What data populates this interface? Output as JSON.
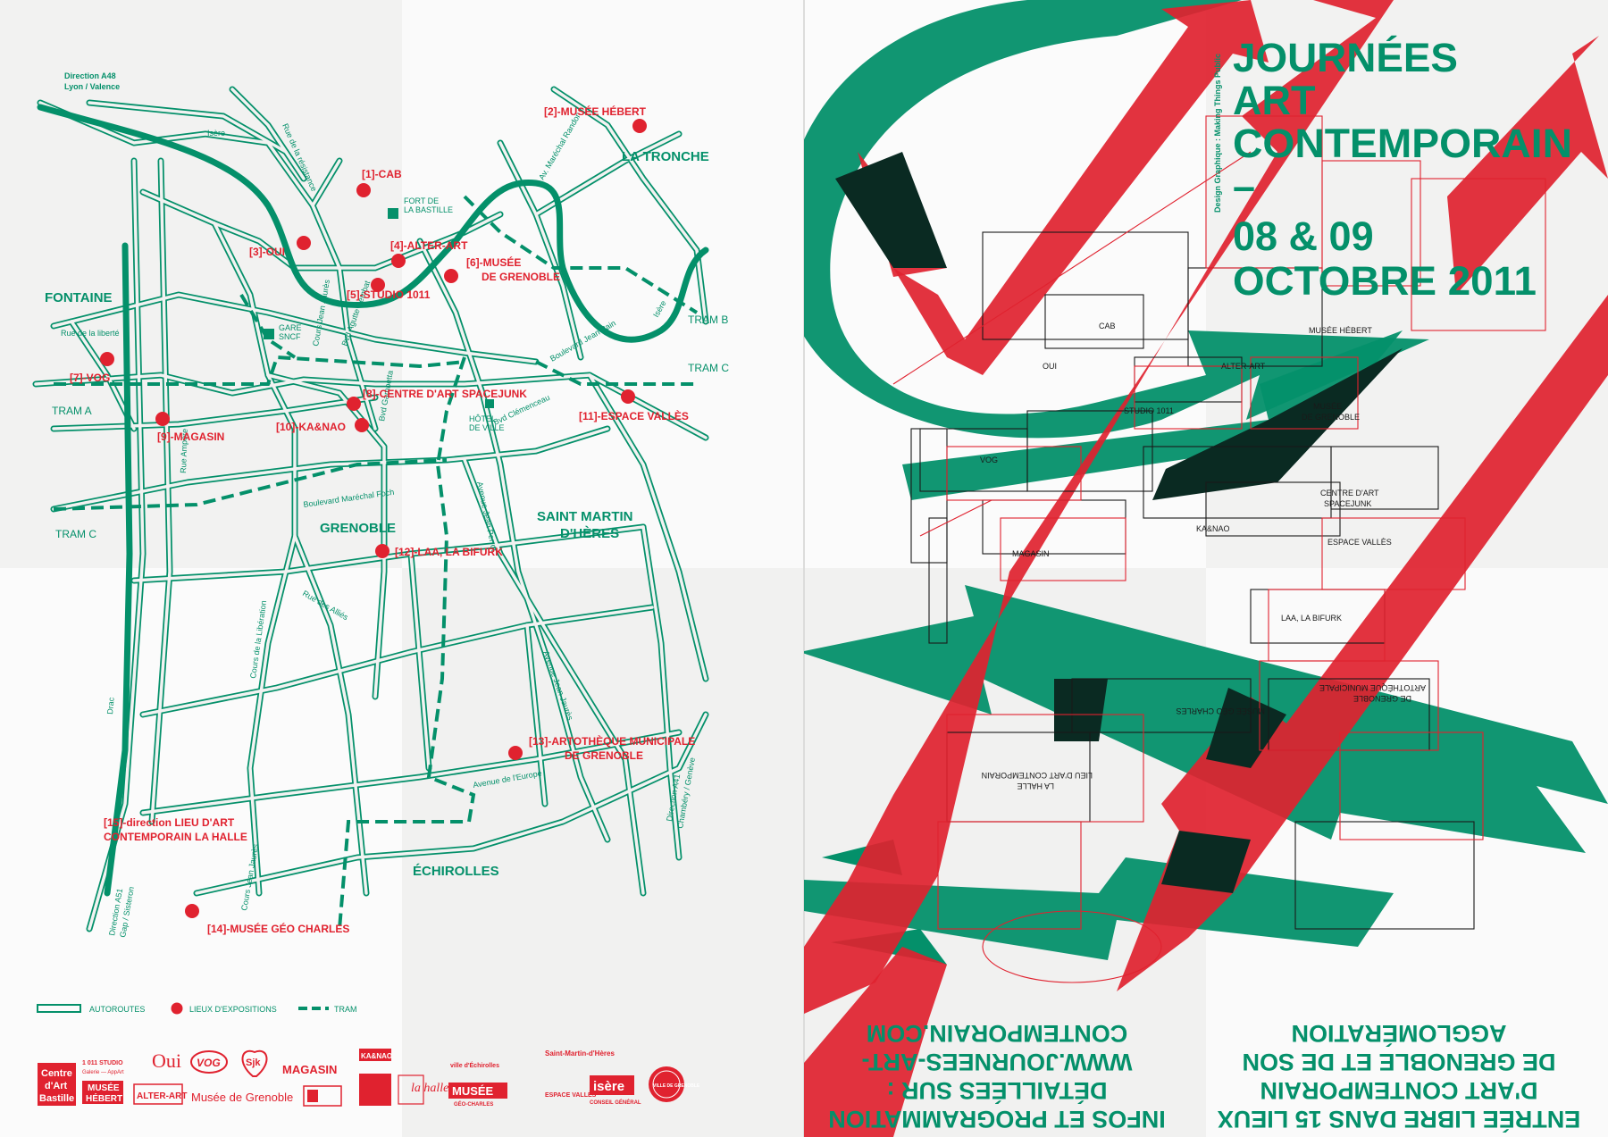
{
  "colors": {
    "green": "#04906a",
    "red": "#e0222f",
    "dark": "#0a2a22",
    "paper": "#f7f7f6",
    "crease": "#e9e9e8"
  },
  "map": {
    "road_labels": {
      "direction_a48": "Direction A48",
      "lyon_valence": "Lyon / Valence",
      "isere": "Isère",
      "rue_resistance": "Rue de la résistance",
      "rue_liberte": "Rue de la liberté",
      "av_marechal_randon": "Av. Maréchal Randon",
      "bvd_agutte": "Bvd Agutte Sembat",
      "cours_jean_jaures": "Cours Jean Jaurès",
      "bvd_gambetta": "Bvd Gambetta",
      "boulevard_paul": "Boulevard Jean Pain",
      "bvd_clemenceau": "Bvd Clémenceau",
      "rue_ampere": "Rue Ampère",
      "boulevard_foch": "Boulevard Maréchal Foch",
      "avenue_perrot": "Avenue Jean Perrot",
      "rue_allies": "Rue des Alliés",
      "cours_liberation": "Cours de la Libération",
      "avenue_jaures": "Avenue Jean Jaurès",
      "avenue_europe": "Avenue de l'Europe",
      "drac": "Drac",
      "direction_a51": "Direction A51",
      "gap_sisteron": "Gap / Sisteron",
      "direction_a41": "Direction A41",
      "chambery_geneve": "Chambéry / Genève",
      "cours_jean_jaures_s": "Cours Jean Jaurès",
      "fort_bastille": "FORT DE",
      "fort_bastille_2": "LA BASTILLE",
      "gare": "GARE",
      "gare_2": "SNCF",
      "hotel": "HÔTEL",
      "hotel_2": "DE VILLE",
      "isere_east": "Isère"
    },
    "districts": {
      "fontaine": "FONTAINE",
      "la_tronche": "LA TRONCHE",
      "grenoble": "GRENOBLE",
      "saint_martin": "SAINT MARTIN",
      "saint_martin_2": "D'HÈRES",
      "echirolles": "ÉCHIROLLES"
    },
    "trams": {
      "a": "TRAM A",
      "b": "TRAM B",
      "c_east": "TRAM C",
      "c_west": "TRAM C"
    },
    "venues": [
      {
        "label": "[1]-CAB"
      },
      {
        "label": "[2]-MUSÉE HÉBERT"
      },
      {
        "label": "[3]-OUI"
      },
      {
        "label": "[4]-ALTER-ART"
      },
      {
        "label": "[5]-STUDIO 1011"
      },
      {
        "label": "[6]-MUSÉE",
        "label2": "DE GRENOBLE"
      },
      {
        "label": "[7]-VOG"
      },
      {
        "label": "[8]-CENTRE D'ART SPACEJUNK"
      },
      {
        "label": "[9]-MAGASIN"
      },
      {
        "label": "[10]-KA&NAO"
      },
      {
        "label": "[11]-ESPACE VALLÈS"
      },
      {
        "label": "[12]-LAA, LA BIFURK"
      },
      {
        "label": "[13]-ARTOTHÈQUE MUNICIPALE",
        "label2": "DE GRENOBLE"
      },
      {
        "label": "[14]-MUSÉE GÉO CHARLES"
      },
      {
        "label": "[15]-direction LIEU D'ART",
        "label2": "CONTEMPORAIN LA HALLE"
      }
    ],
    "legend": {
      "autoroutes": "AUTOROUTES",
      "lieux": "LIEUX D'EXPOSITIONS",
      "tram": "TRAM"
    },
    "logos": {
      "cab_1": "Centre",
      "cab_2": "d'Art",
      "cab_3": "Bastille",
      "studio_1": "1 011 STUDIO",
      "studio_2": "Galerie — AppArt",
      "hebert": "MUSÉE",
      "hebert_2": "HÉBERT",
      "oui": "Oui",
      "alter": "ALTER-ART",
      "vog": "VOG",
      "sjk": "Sjk",
      "musee_grenoble": "Musée de Grenoble",
      "magasin": "MAGASIN",
      "kanao": "KA&NAO",
      "lahalle": "la halle",
      "geocharles": "MUSÉE",
      "geocharles_2": "GÉO-CHARLES",
      "echirolles": "ville d'Échirolles",
      "smh": "Saint-Martin-d'Hères",
      "valles": "ESPACE VALLÈS",
      "isere": "isère",
      "isere_2": "CONSEIL GÉNÉRAL",
      "ville_grenoble": "VILLE DE GRENOBLE"
    }
  },
  "poster": {
    "vertical_credit": "Design Graphique : Making Things Public",
    "title_lines": [
      "JOURNÉES",
      "ART",
      "CONTEMPORAIN",
      "–",
      "08 & 09",
      "OCTOBRE 2011"
    ],
    "plan_rooms": {
      "cab": "CAB",
      "hebert": "MUSÉE HÉBERT",
      "oui": "OUI",
      "alter": "ALTER-ART",
      "studio": "STUDIO 1011",
      "musee_gr": "MUSÉE",
      "musee_gr_2": "DE GRENOBLE",
      "vog": "VOG",
      "spacejunk": "CENTRE D'ART",
      "spacejunk_2": "SPACEJUNK",
      "kanao": "KA&NAO",
      "magasin": "MAGASIN",
      "valles": "ESPACE VALLÈS",
      "laa": "LAA, LA BIFURK",
      "geo": "MUSÉE GÉO CHARLES",
      "arto": "ARTOTHÈQUE MUNICIPALE",
      "arto_2": "DE GRENOBLE",
      "halle": "LIEU D'ART CONTEMPORAIN",
      "halle_2": "LA HALLE"
    },
    "bottom_left_lines": [
      "INFOS ET PROGRAMMATION",
      "DÉTAILLÉES SUR :",
      "WWW.JOURNEES-ART-",
      "CONTEMPORAIN.COM"
    ],
    "bottom_right_lines": [
      "ENTRÉE LIBRE DANS 15 LIEUX",
      "D'ART CONTEMPORAIN",
      "DE GRENOBLE ET DE SON",
      "AGGLOMÉRATION"
    ]
  }
}
